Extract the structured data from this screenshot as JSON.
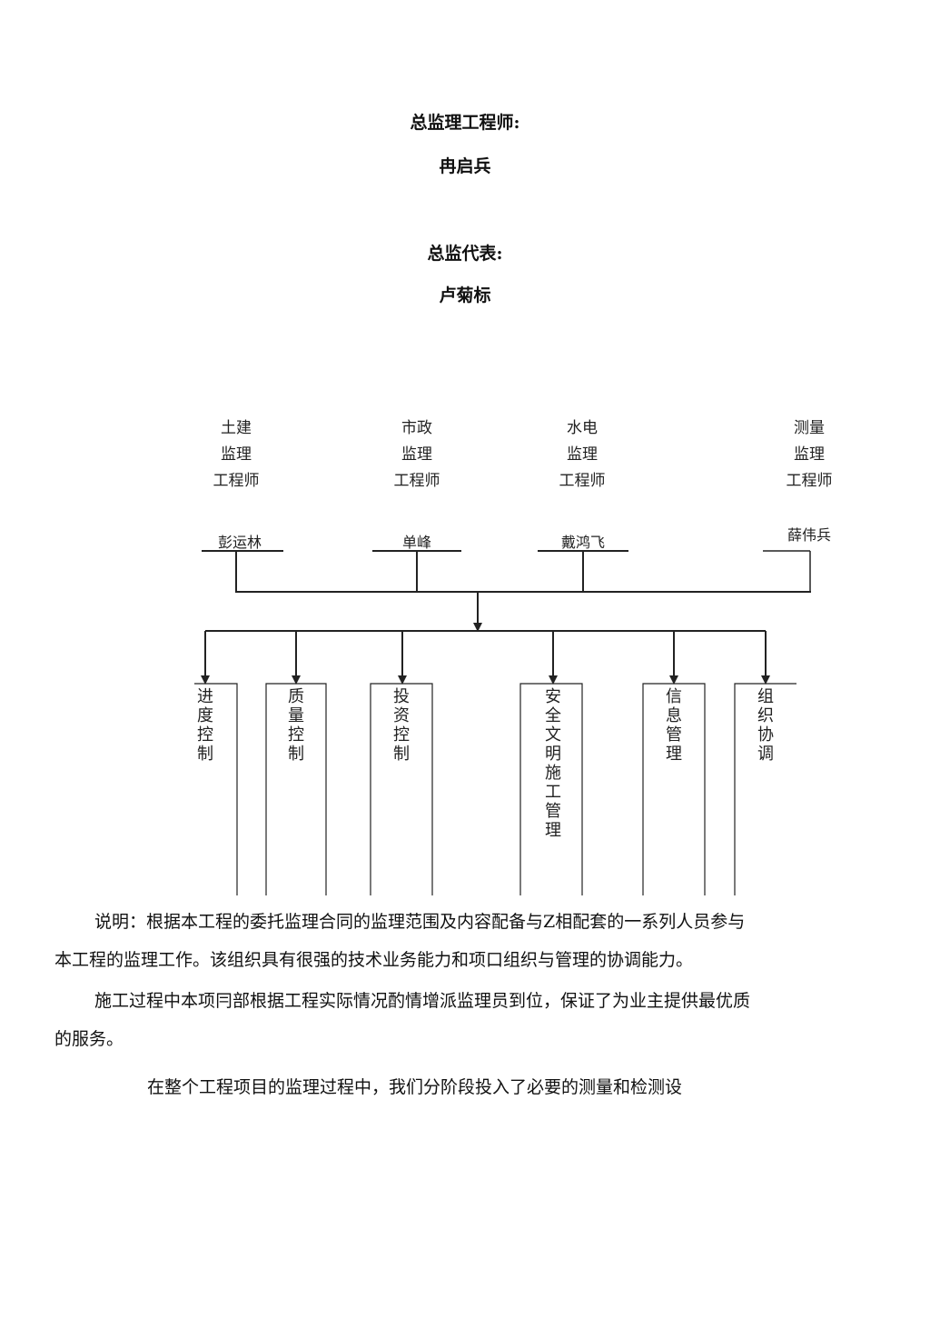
{
  "header": {
    "chief_title": "总监理工程师:",
    "chief_name": "冉启兵",
    "deputy_title": "总监代表:",
    "deputy_name": "卢菊标"
  },
  "engineers": [
    {
      "line1": "土建",
      "line2": "监理",
      "line3": "工程师",
      "name": "彭运林"
    },
    {
      "line1": "市政",
      "line2": "监理",
      "line3": "工程师",
      "name": "单峰"
    },
    {
      "line1": "水电",
      "line2": "监理",
      "line3": "工程师",
      "name": "戴鸿飞"
    },
    {
      "line1": "测量",
      "line2": "监理",
      "line3": "工程师",
      "name": "薛伟兵"
    }
  ],
  "functions": [
    {
      "label": "进度控制"
    },
    {
      "label": "质量控制"
    },
    {
      "label": "投资控制"
    },
    {
      "label": "安全文明施工管理"
    },
    {
      "label": "信息管理"
    },
    {
      "label": "组织协调"
    }
  ],
  "paragraphs": {
    "p1_line1": "说明：根据本工程的委托监理合同的监理范围及内容配备与Z相配套的一系列人员参与",
    "p1_line2": "本工程的监理工作。该组织具有很强的技术业务能力和项口组织与管理的协调能力。",
    "p2_line1": "施工过程中本项冃部根据工程实际情况酌情增派监理员到位，保证了为业主提供最优质",
    "p2_line2": "的服务。",
    "p3_line1": "在整个工程项目的监理过程中，我们分阶段投入了必要的测量和检测设"
  }
}
